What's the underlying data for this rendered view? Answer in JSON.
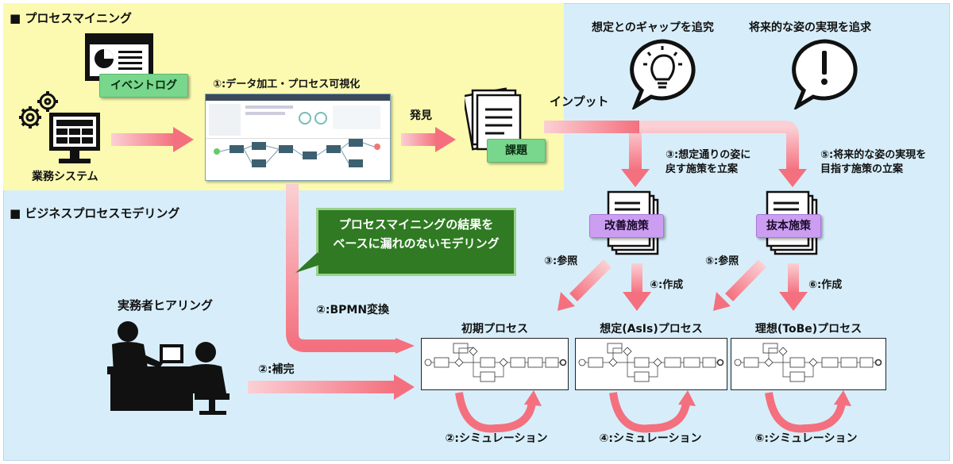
{
  "sections": {
    "process_mining": "■ プロセスマイニング",
    "business_modeling": "■ ビジネスプロセスモデリング"
  },
  "labels": {
    "event_log": "イベントログ",
    "business_system": "業務システム",
    "step1": "①:データ加工・プロセス可視化",
    "discover": "発見",
    "issue": "課題",
    "input": "インプット",
    "gap_heading": "想定とのギャップを追究",
    "future_heading": "将来的な姿の実現を追求",
    "step3_line1": "③:想定通りの姿に",
    "step3_line2": "戻す施策を立案",
    "step5_line1": "⑤:将来的な姿の実現を",
    "step5_line2": "目指す施策の立案",
    "improvement": "改善施策",
    "radical": "抜本施策",
    "ref3": "③:参照",
    "create4": "④:作成",
    "ref5": "⑤:参照",
    "create6": "⑥:作成",
    "note_line1": "プロセスマイニングの結果を",
    "note_line2": "ベースに漏れのないモデリング",
    "interview": "実務者ヒアリング",
    "bpmn": "②:BPMN変換",
    "supplement": "②:補完",
    "initial_process": "初期プロセス",
    "asis_process": "想定(AsIs)プロセス",
    "tobe_process": "理想(ToBe)プロセス",
    "sim2": "②:シミュレーション",
    "sim4": "④:シミュレーション",
    "sim6": "⑥:シミュレーション"
  },
  "icons": [
    "monitor-chart-icon",
    "gears-icon",
    "desktop-icon",
    "document-stack-icon",
    "lightbulb-bubble-icon",
    "exclamation-bubble-icon",
    "meeting-people-icon"
  ],
  "colors": {
    "arrow": "#f77a86",
    "yellow_bg": "#fbfab0",
    "blue_bg": "#d7eefa",
    "green_tag": "#78d78c",
    "purple_tag": "#cc9ef2",
    "note_bg": "#2f7a22"
  }
}
